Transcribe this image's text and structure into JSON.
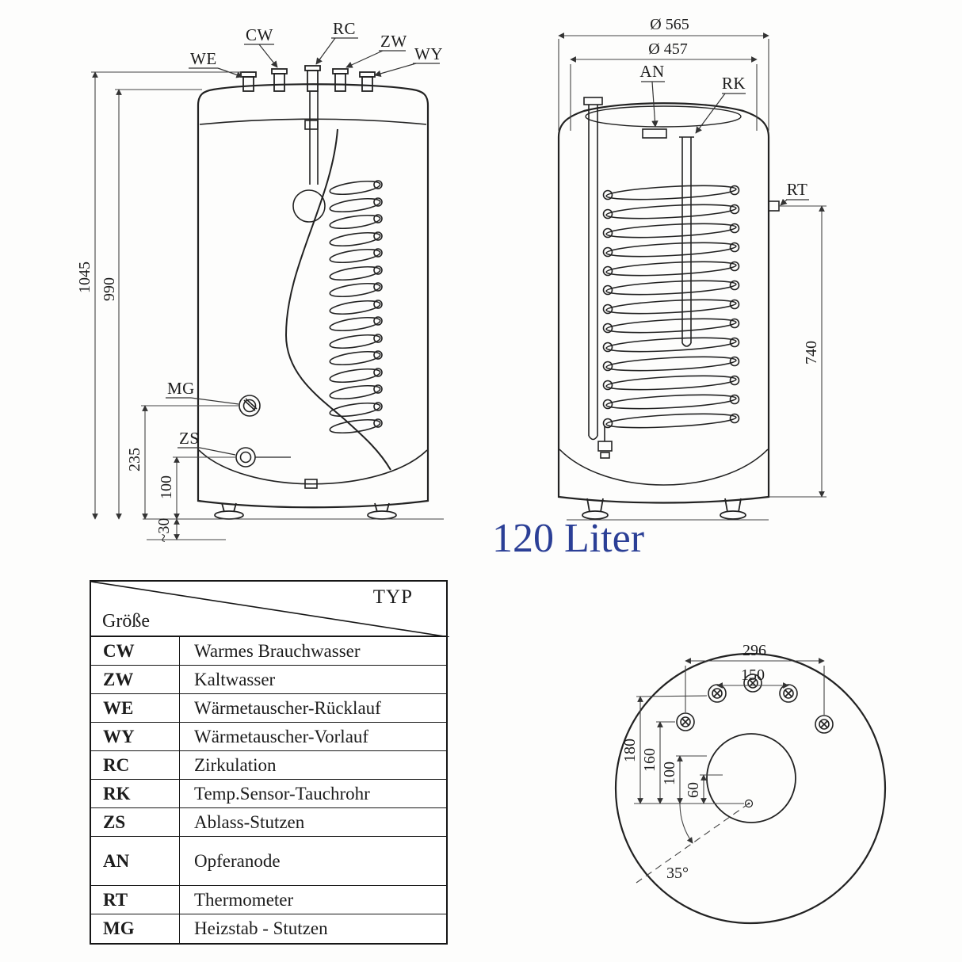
{
  "title": "120 Liter",
  "front_view": {
    "connection_labels": {
      "we": "WE",
      "cw": "CW",
      "rc": "RC",
      "zw": "ZW",
      "wy": "WY",
      "mg": "MG",
      "zs": "ZS"
    },
    "dimensions": {
      "total_height": "1045",
      "body_height": "990",
      "mg_height": "235",
      "zs_height": "100",
      "foot_height": "~30"
    }
  },
  "side_view": {
    "connection_labels": {
      "an": "AN",
      "rk": "RK",
      "rt": "RT"
    },
    "dimensions": {
      "outer_diameter": "Ø 565",
      "inner_diameter": "Ø 457",
      "coil_height": "740"
    }
  },
  "top_view": {
    "dimensions": {
      "w296": "296",
      "w150": "150",
      "h180": "180",
      "h160": "160",
      "h100": "100",
      "h60": "60",
      "angle": "35°"
    }
  },
  "legend_table": {
    "header": {
      "type_label": "TYP",
      "size_label": "Größe"
    },
    "rows": [
      {
        "code": "CW",
        "desc": "Warmes Brauchwasser"
      },
      {
        "code": "ZW",
        "desc": "Kaltwasser"
      },
      {
        "code": "WE",
        "desc": "Wärmetauscher-Rücklauf"
      },
      {
        "code": "WY",
        "desc": "Wärmetauscher-Vorlauf"
      },
      {
        "code": "RC",
        "desc": "Zirkulation"
      },
      {
        "code": "RK",
        "desc": "Temp.Sensor-Tauchrohr"
      },
      {
        "code": "ZS",
        "desc": "Ablass-Stutzen"
      },
      {
        "code": "AN",
        "desc": "Opferanode"
      },
      {
        "code": "RT",
        "desc": "Thermometer"
      },
      {
        "code": "MG",
        "desc": "Heizstab - Stutzen"
      }
    ]
  }
}
